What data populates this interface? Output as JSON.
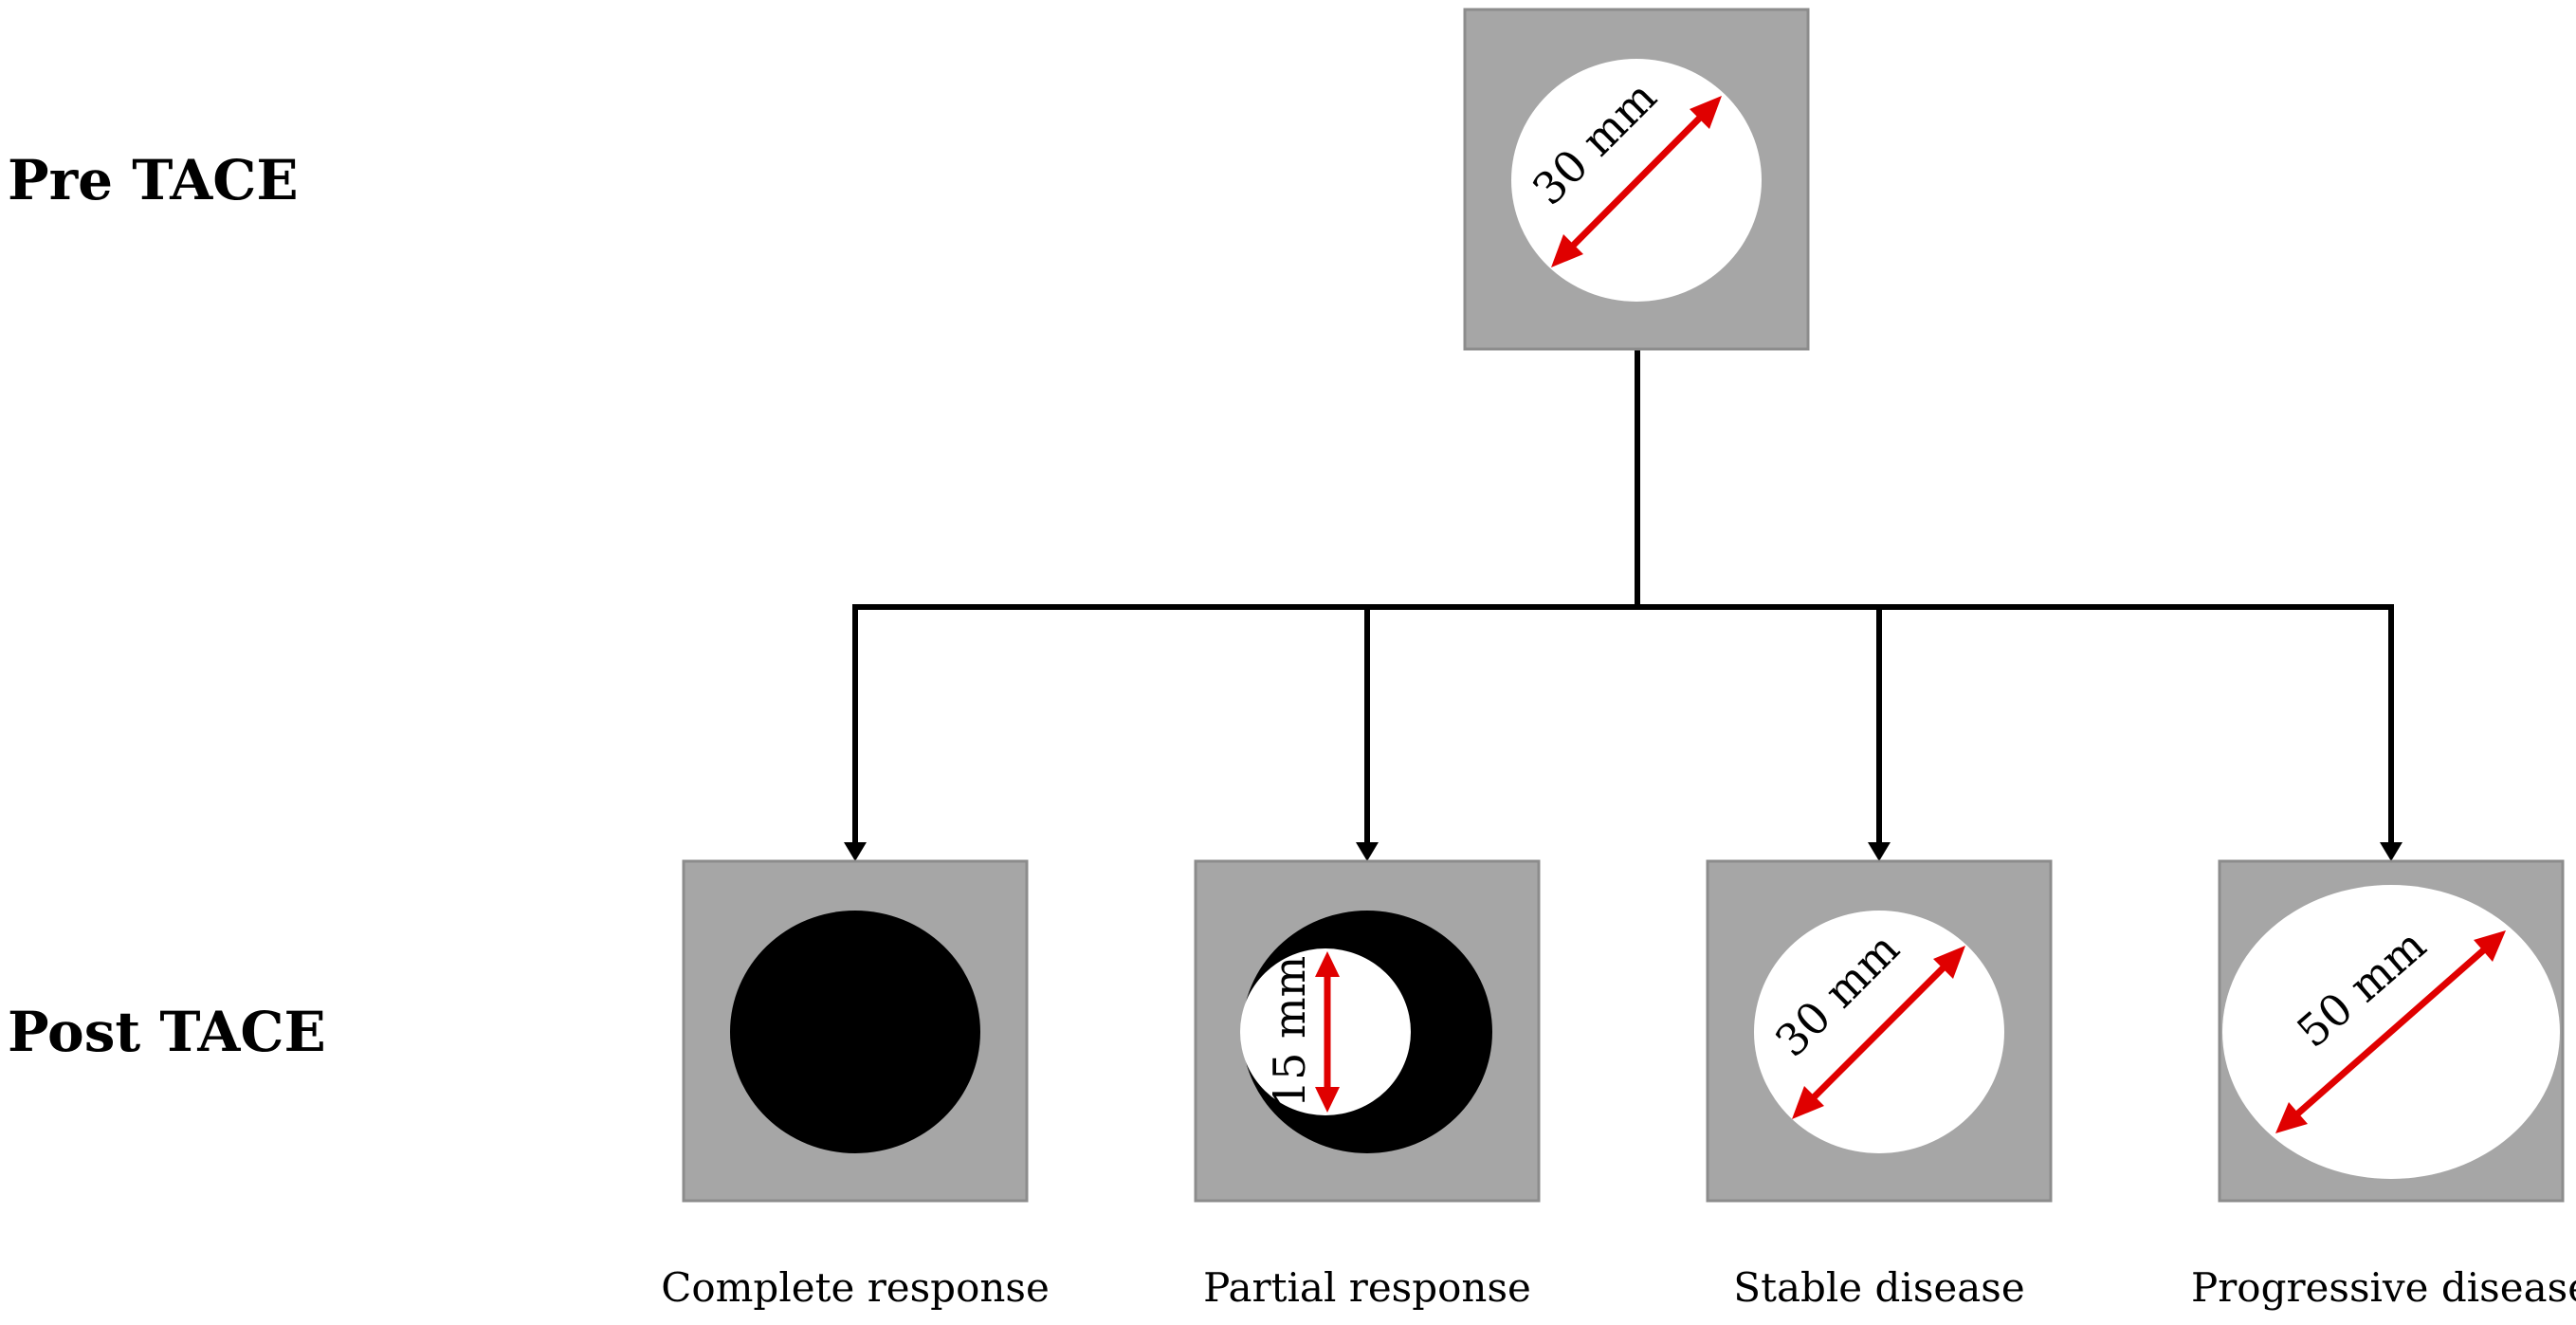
{
  "labels": {
    "pre": "Pre TACE",
    "post": "Post TACE"
  },
  "colors": {
    "panel_background": "#a6a6a6",
    "tumor_viable": "#ffffff",
    "tumor_necrotic": "#000000",
    "measurement_arrow": "#e00000",
    "connector": "#000000"
  },
  "pre_panel": {
    "measurement": "30 mm"
  },
  "outcomes": [
    {
      "caption": "Complete response",
      "measurement": ""
    },
    {
      "caption": "Partial response",
      "measurement": "15 mm"
    },
    {
      "caption": "Stable disease",
      "measurement": "30 mm"
    },
    {
      "caption": "Progressive disease",
      "measurement": "50 mm"
    }
  ]
}
